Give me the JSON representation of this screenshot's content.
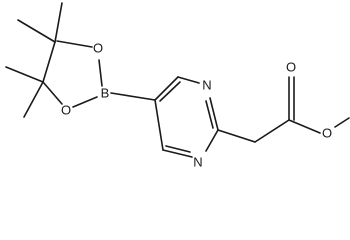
{
  "molecule": {
    "atoms": {
      "boron": "B",
      "oxygen_ring_top": "O",
      "oxygen_ring_bottom": "O",
      "nitrogen_top": "N",
      "nitrogen_bottom": "N",
      "oxygen_carbonyl": "O",
      "oxygen_ester": "O"
    },
    "colors": {
      "bond": "#1a1a1a",
      "label": "#1a1a1a",
      "background": "#ffffff"
    }
  }
}
